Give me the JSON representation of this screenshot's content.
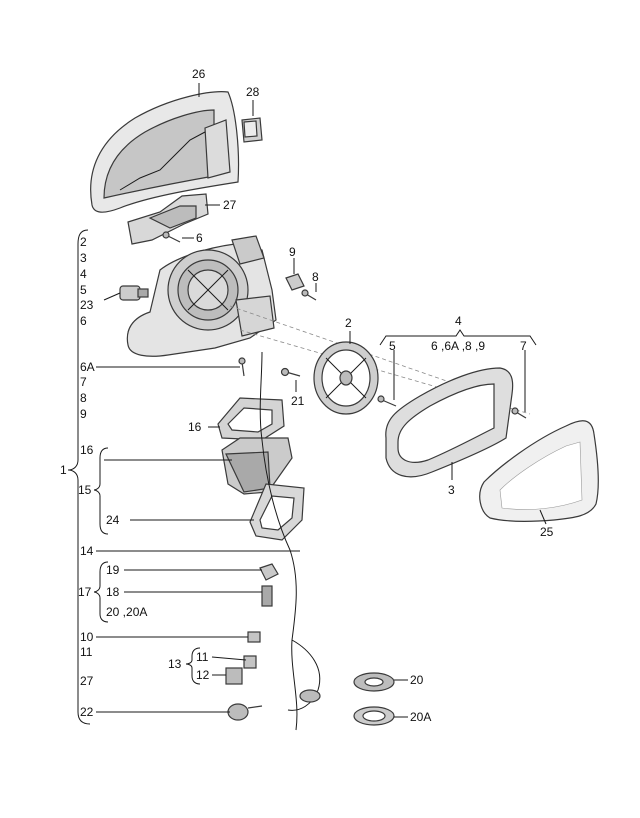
{
  "labels": {
    "l26": "26",
    "l28": "28",
    "l27a": "27",
    "l2a": "2",
    "l3a": "3",
    "l4a": "4",
    "l5a": "5",
    "l23": "23",
    "l6a": "6",
    "l6b": "6",
    "l9a": "9",
    "l8a": "8",
    "l2b": "2",
    "l4b": "4",
    "l5b": "5",
    "l6c": "6 ,6A ,8 ,9",
    "l7b": "7",
    "l6A": "6A",
    "l7a": "7",
    "l8b": "8",
    "l9b": "9",
    "l21": "21",
    "l16a": "16",
    "l3b": "3",
    "l1": "1",
    "l16b": "16",
    "l15": "15",
    "l24": "24",
    "l25": "25",
    "l14": "14",
    "l19": "19",
    "l17": "17",
    "l18": "18",
    "l2020A": "20 ,20A",
    "l10": "10",
    "l11a": "11",
    "l13": "13",
    "l11b": "11",
    "l12": "12",
    "l27b": "27",
    "l20": "20",
    "l22": "22",
    "l20A": "20A"
  },
  "colors": {
    "part_fill": "#e6e6e6",
    "part_dark": "#bdbdbd",
    "part_mid": "#d2d2d2",
    "line": "#1a1a1a"
  }
}
